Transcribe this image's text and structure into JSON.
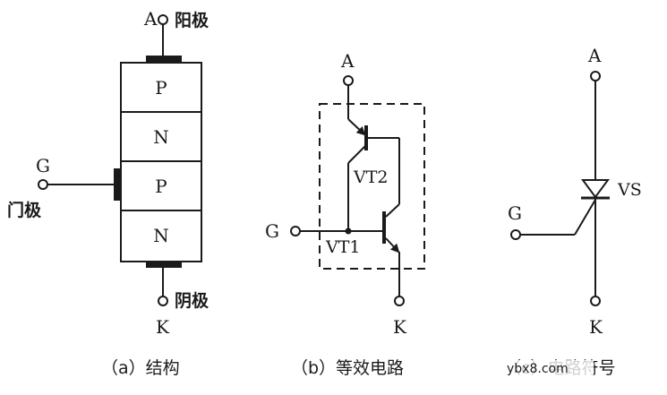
{
  "structure": {
    "terminal_a": "A",
    "anode_label": "阳极",
    "layers": [
      "P",
      "N",
      "P",
      "N"
    ],
    "terminal_g": "G",
    "gate_label": "门极",
    "terminal_k": "K",
    "cathode_label": "阴极",
    "caption": "（a）结构"
  },
  "equivalent": {
    "terminal_a": "A",
    "transistor_upper": "VT2",
    "terminal_g": "G",
    "transistor_lower": "VT1",
    "terminal_k": "K",
    "caption": "（b）等效电路"
  },
  "symbol": {
    "terminal_a": "A",
    "device_label": "VS",
    "terminal_g": "G",
    "terminal_k": "K",
    "caption": "（c）电路符号"
  },
  "watermark": "ybx8.com",
  "colors": {
    "ink": "#1a1a1a",
    "background": "#ffffff"
  }
}
